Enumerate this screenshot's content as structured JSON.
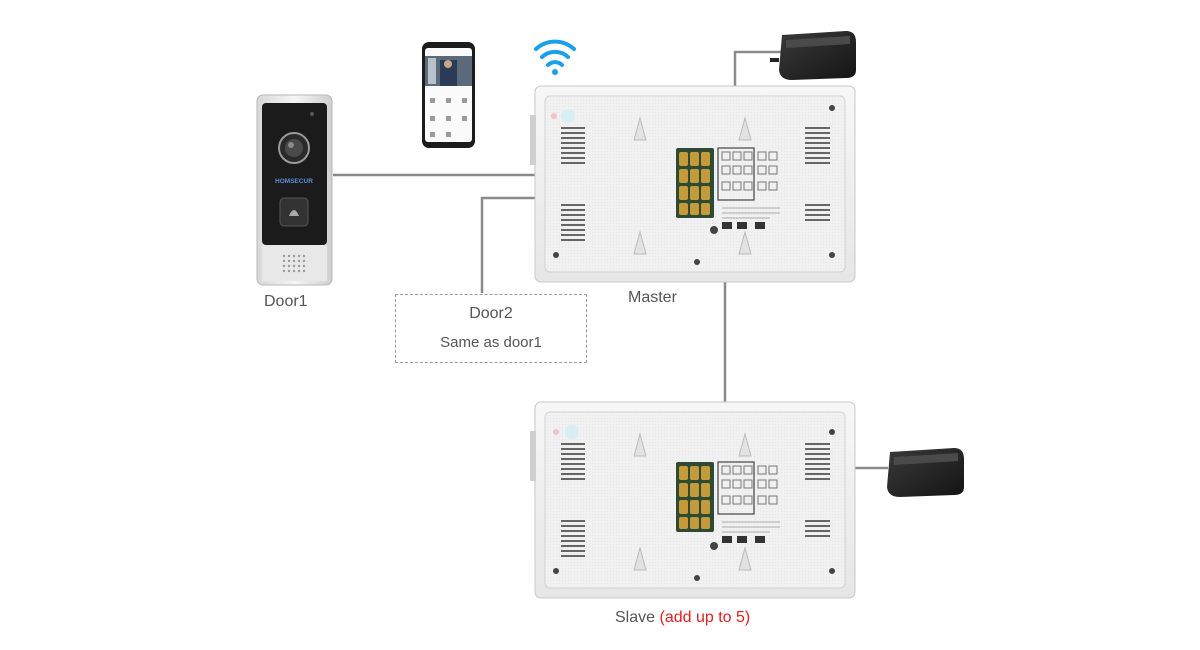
{
  "labels": {
    "door1": "Door1",
    "master": "Master",
    "slave_prefix": "Slave",
    "slave_note": "(add up to 5)",
    "door2_title": "Door2",
    "door2_subtitle": "Same as door1"
  },
  "doorbell": {
    "brand": "HOMSECUR"
  },
  "icons": [
    "wifi-icon",
    "smartphone-icon",
    "power-adapter-icon",
    "doorbell-camera-icon",
    "monitor-icon"
  ],
  "colors": {
    "wire": "#8a8a8a",
    "wifi": "#1aa0e8",
    "note_red": "#e02020",
    "text": "#555555",
    "terminal_board": "#2f4a33",
    "terminal_gold": "#c49a3a"
  }
}
